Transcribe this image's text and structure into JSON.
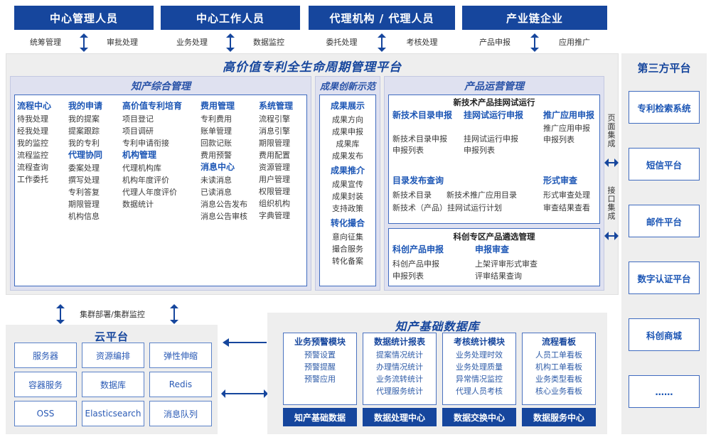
{
  "roles": [
    {
      "title": "中心管理人员",
      "left": "统筹管理",
      "right": "审批处理"
    },
    {
      "title": "中心工作人员",
      "left": "业务处理",
      "right": "数据监控"
    },
    {
      "title": "代理机构 / 代理人员",
      "left": "委托处理",
      "right": "考核处理"
    },
    {
      "title": "产业链企业",
      "left": "产品申报",
      "right": "应用推广"
    }
  ],
  "platform": {
    "title": "高价值专利全生命周期管理平台",
    "sections": [
      {
        "title": "知产综合管理",
        "columns": [
          {
            "blocks": [
              {
                "head": "流程中心",
                "items": [
                  "待我处理",
                  "经我处理",
                  "我的监控",
                  "流程监控",
                  "流程查询",
                  "工作委托"
                ]
              }
            ]
          },
          {
            "blocks": [
              {
                "head": "我的申请",
                "items": [
                  "我的提案",
                  "提案跟踪",
                  "我的专利"
                ]
              },
              {
                "head": "代理协同",
                "items": [
                  "委案处理",
                  "撰写处理",
                  "专利答复",
                  "期限管理",
                  "机构信息"
                ]
              }
            ]
          },
          {
            "blocks": [
              {
                "head": "高价值专利培育",
                "items": [
                  "项目登记",
                  "项目调研",
                  "专利申请衔接"
                ]
              },
              {
                "head": "机构管理",
                "items": [
                  "代理机构库",
                  "机构年度评价",
                  "代理人年度评价",
                  "数据统计"
                ]
              }
            ]
          },
          {
            "blocks": [
              {
                "head": "费用管理",
                "items": [
                  "专利费用",
                  "账单管理",
                  "回款记账",
                  "费用预警"
                ]
              },
              {
                "head": "消息中心",
                "items": [
                  "未读消息",
                  "已读消息",
                  "消息公告发布",
                  "消息公告审核"
                ]
              }
            ]
          },
          {
            "blocks": [
              {
                "head": "系统管理",
                "items": [
                  "流程引擎",
                  "消息引擎",
                  "期限管理",
                  "费用配置",
                  "资源管理",
                  "用户管理",
                  "权限管理",
                  "组织机构",
                  "字典管理"
                ]
              }
            ]
          }
        ]
      },
      {
        "title": "成果创新示范",
        "columns": [
          {
            "blocks": [
              {
                "head": "成果展示",
                "items": [
                  "成果方向",
                  "成果申报",
                  "成果库",
                  "成果发布"
                ]
              },
              {
                "head": "成果推介",
                "items": [
                  "成果宣传",
                  "成果封装",
                  "支持政策"
                ]
              },
              {
                "head": "转化撮合",
                "items": [
                  "意向征集",
                  "撮合服务",
                  "转化备案"
                ]
              }
            ]
          }
        ]
      }
    ],
    "ops": {
      "title": "产品运营管理",
      "card1": {
        "header": "新技术产品挂网试运行",
        "row1": [
          {
            "head": "新技术目录申报",
            "items": [
              "新技术目录申报",
              "申报列表"
            ]
          },
          {
            "head": "挂网试运行申报",
            "items": [
              "挂网试运行申报",
              "申报列表"
            ]
          },
          {
            "head": "推广应用申报",
            "items": [
              "推广应用申报",
              "申报列表"
            ]
          }
        ],
        "row2_left_head": "目录发布查询",
        "row2_left_items": [
          "新技术目录",
          "新技术推广应用目录",
          "新技术（产品）挂网试运行计划"
        ],
        "row2_right_head": "形式审查",
        "row2_right_items": [
          "形式审查处理",
          "审查结果查看"
        ]
      },
      "card2": {
        "header": "科创专区产品遴选管理",
        "cols": [
          {
            "head": "科创产品申报",
            "items": [
              "科创产品申报",
              "申报列表"
            ]
          },
          {
            "head": "申报审查",
            "items": [
              "上架评审形式审查",
              "评审结果查询"
            ]
          }
        ]
      }
    }
  },
  "integration": {
    "page_label": "页面集成",
    "api_label": "接口集成"
  },
  "third_party": {
    "title": "第三方平台",
    "items": [
      "专利检索系统",
      "短信平台",
      "邮件平台",
      "数字认证平台",
      "科创商城",
      "……"
    ]
  },
  "cloud": {
    "connector_label": "集群部署/集群监控",
    "title": "云平台",
    "items": [
      "服务器",
      "资源编排",
      "弹性伸缩",
      "容器服务",
      "数据库",
      "Redis",
      "OSS",
      "Elasticsearch",
      "消息队列"
    ]
  },
  "database": {
    "title": "知产基础数据库",
    "cards": [
      {
        "head": "业务预警模块",
        "items": [
          "预警设置",
          "预警提醒",
          "预警应用"
        ],
        "foot": "知产基础数据"
      },
      {
        "head": "数据统计报表",
        "items": [
          "提案情况统计",
          "办理情况统计",
          "业务流转统计",
          "代理服务统计"
        ],
        "foot": "数据处理中心"
      },
      {
        "head": "考核统计模块",
        "items": [
          "业务处理时效",
          "业务处理质量",
          "异常情况监控",
          "代理人员考核"
        ],
        "foot": "数据交换中心"
      },
      {
        "head": "流程看板",
        "items": [
          "人员工单看板",
          "机构工单看板",
          "业务类型看板",
          "核心业务看板"
        ],
        "foot": "数据服务中心"
      }
    ]
  },
  "colors": {
    "brand": "#16469d",
    "accent": "#1c56b5",
    "panel": "#eeeeee",
    "section": "#dfe1f0"
  }
}
